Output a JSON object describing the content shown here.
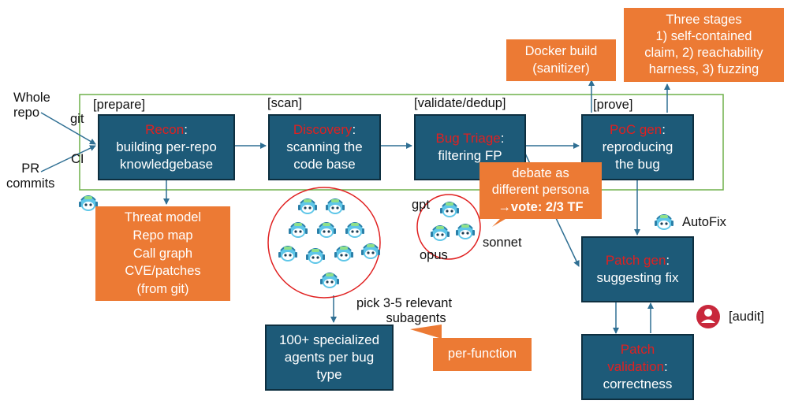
{
  "inputs": {
    "whole_repo_1": "Whole",
    "whole_repo_2": "repo",
    "git": "git",
    "ci": "CI",
    "pr_1": "PR",
    "pr_2": "commits"
  },
  "stages": {
    "prepare": "[prepare]",
    "scan": "[scan]",
    "validate": "[validate/dedup]",
    "prove": "[prove]"
  },
  "recon": {
    "title": "Recon",
    "rest": ":",
    "line2": "building per-repo",
    "line3": "knowledgebase"
  },
  "discovery": {
    "title": "Discovery",
    "rest": ":",
    "line2": "scanning the",
    "line3": "code base"
  },
  "triage": {
    "title": "Bug Triage",
    "rest": ":",
    "line2": "filtering FP"
  },
  "poc": {
    "title": "PoC gen",
    "rest": ":",
    "line2": "reproducing",
    "line3": "the bug"
  },
  "patch_gen": {
    "title": "Patch gen",
    "rest": ":",
    "line2": "suggesting fix"
  },
  "patch_val": {
    "title1": "Patch",
    "title2": "validation",
    "rest": ":",
    "line3": "correctness"
  },
  "agents": {
    "line1": "100+ specialized",
    "line2": "agents per bug",
    "line3": "type"
  },
  "recon_out": {
    "l1": "Threat model",
    "l2": "Repo map",
    "l3": "Call graph",
    "l4": "CVE/patches",
    "l5": "(from git)"
  },
  "docker": {
    "l1": "Docker build",
    "l2": "(sanitizer)"
  },
  "three": {
    "l1": "Three stages",
    "l2": "1) self-contained",
    "l3": "claim, 2) reachability",
    "l4": "harness, 3) fuzzing"
  },
  "debate": {
    "l1": "debate as",
    "l2": "different persona",
    "l3_arrow": "→",
    "l3": "vote: 2/3 TF"
  },
  "per_function": "per-function",
  "pick": {
    "l1": "pick 3-5 relevant",
    "l2": "subagents"
  },
  "models": {
    "gpt": "gpt",
    "opus": "opus",
    "sonnet": "sonnet"
  },
  "autofix": "AutoFix",
  "audit": "[audit]",
  "colors": {
    "blue_box": "#1d5a78",
    "orange_box": "#ec7a34",
    "stage_frame": "#6fb04a",
    "agent_circle": "#e02020",
    "arrows": "#2f6f93",
    "user_icon": "#c8283c"
  }
}
